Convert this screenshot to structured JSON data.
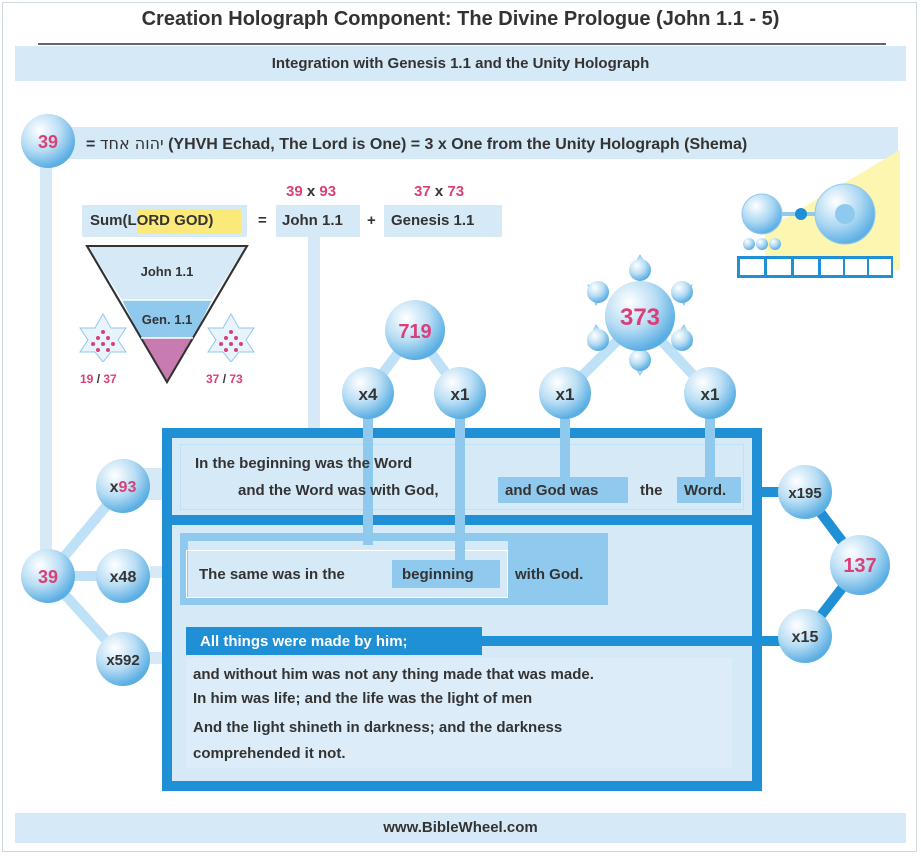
{
  "header": {
    "title": "Creation Holograph Component: The Divine Prologue (John 1.1 - 5)",
    "subtitle": "Integration with Genesis 1.1 and the Unity Holograph"
  },
  "shema_line": {
    "ball": "39",
    "equals": "=",
    "hebrew": "יהוה אחד",
    "text": "(YHVH Echad, The Lord is One) = 3 x One from the Unity Holograph (Shema)"
  },
  "equation": {
    "sum_prefix": "Sum(",
    "sum_highlight": "LORD GOD",
    "sum_suffix": ")",
    "eq": "=",
    "plus": "+",
    "john": {
      "label": "John 1.1",
      "a": "39",
      "x": " x ",
      "b": "93"
    },
    "genesis": {
      "label": "Genesis 1.1",
      "a": "37",
      "x": " x ",
      "b": "73"
    }
  },
  "triangle": {
    "top": "John 1.1",
    "middle": "Gen. 1.1",
    "left_star_label": {
      "a": "19",
      "sep": " / ",
      "b": "37"
    },
    "right_star_label": {
      "a": "37",
      "sep": " / ",
      "b": "73"
    }
  },
  "balls": {
    "b719": "719",
    "b373": "373",
    "x4": "x4",
    "x1a": "x1",
    "x1b": "x1",
    "x1c": "x1",
    "x93_prefix": "x",
    "x93_value": "93",
    "b39": "39",
    "x48": "x48",
    "x592": "x592",
    "x195": "x195",
    "b137": "137",
    "x15": "x15"
  },
  "verses": {
    "v1_line1": "In the beginning was the Word",
    "v1_line2a": "and the Word was with God,",
    "v1_line2b": "and God was",
    "v1_line2c": "the",
    "v1_line2d": "Word.",
    "v2a": "The same was in the",
    "v2b": "beginning",
    "v2c": "with God.",
    "v3a": "All things were made by him;",
    "v3b": "and without him was not any thing made that was made.",
    "v4": "In him was life; and the life was the light of men",
    "v5a": "And the light shineth in darkness; and the darkness",
    "v5b": "comprehended it not."
  },
  "footer": {
    "url": "www.BibleWheel.com"
  },
  "colors": {
    "light_blue": "#d6e9f7",
    "mid_blue": "#8fcaee",
    "dark_blue": "#1f8fd6",
    "pink": "#d94078",
    "yellow": "#fdf6b0"
  }
}
